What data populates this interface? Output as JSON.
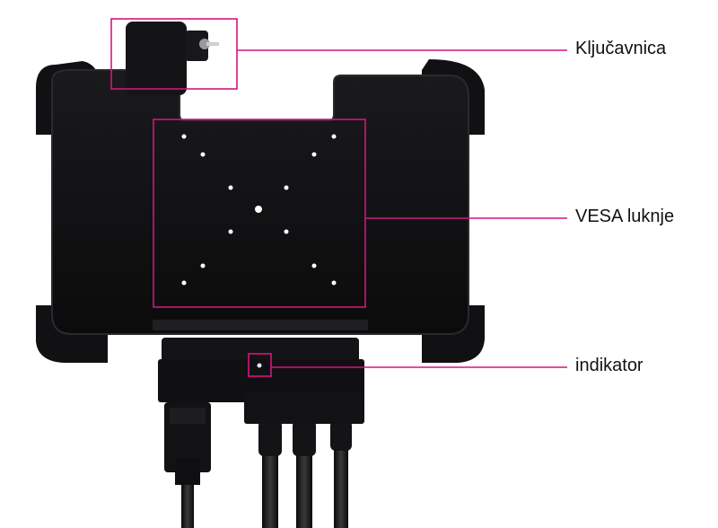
{
  "colors": {
    "callout": "#d4147e",
    "device": "#0e0e10",
    "device_edge": "#2a2a2e",
    "holes": "#ffffff",
    "background": "#ffffff"
  },
  "callouts": [
    {
      "id": "lock",
      "label": "Ključavnica"
    },
    {
      "id": "vesa",
      "label": "VESA luknje"
    },
    {
      "id": "indicator",
      "label": "indikator"
    }
  ]
}
